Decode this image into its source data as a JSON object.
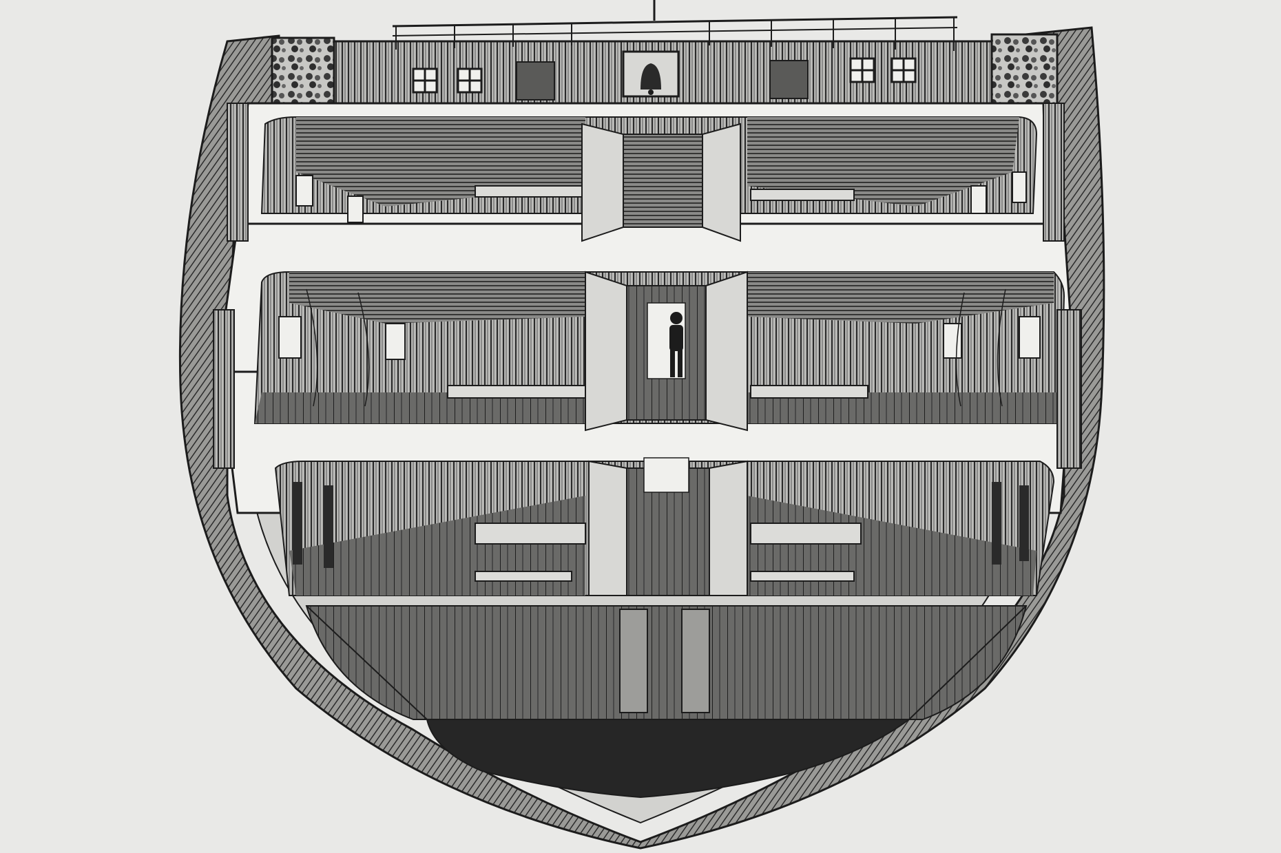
{
  "illustration": {
    "kind": "engraving-cross-section",
    "subject": "ship-hull-cross-section",
    "colors": {
      "paper": "#e9e9e7",
      "ink": "#1c1c1c",
      "hull_outer": "#6d6d6b",
      "hull_light": "#cfcfcc",
      "deck_shadow": "#4a4a48",
      "floor": "#5b5b59",
      "hold_dark": "#222222",
      "frame": "#f1f1ee"
    },
    "decks": [
      {
        "id": "upper-deck"
      },
      {
        "id": "middle-deck"
      },
      {
        "id": "lower-deck"
      },
      {
        "id": "hold"
      }
    ],
    "details": {
      "bell": "bell-icon",
      "figure": "standing-figure",
      "ports": "porthole-icon"
    }
  }
}
